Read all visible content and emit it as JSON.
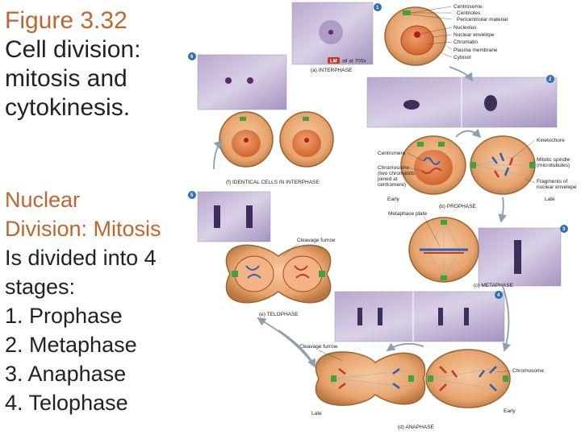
{
  "slide": {
    "figure_label": "Figure 3.32",
    "title_lines": [
      "Cell division:",
      "mitosis and",
      "cytokinesis."
    ],
    "subheading_lines": [
      "Nuclear",
      "Division: Mitosis"
    ],
    "body_lines": [
      "Is divided into 4",
      "stages:"
    ],
    "stages": [
      "1.  Prophase",
      "2.  Metaphase",
      "3.  Anaphase",
      "4.  Telophase"
    ]
  },
  "diagram": {
    "interphase_labels": [
      "Centrosome:",
      "Centrioles",
      "Pericentriolar material",
      "Nucleolus",
      "Nuclear envelope",
      "Chromatin",
      "Plasma membrane",
      "Cytosol"
    ],
    "lm_badge": "LM",
    "lm_scale": "all at 700x",
    "captions": {
      "interphase": "(a) INTERPHASE",
      "identical": "(f) IDENTICAL CELLS IN INTERPHASE",
      "prophase": "(b) PROPHASE",
      "metaphase": "(c) METAPHASE",
      "anaphase": "(d) ANAPHASE",
      "telophase": "(e) TELOPHASE"
    },
    "prophase_left_labels": [
      "Centromere",
      "Chromosome",
      "(two chromatids",
      "joined at",
      "centromere)"
    ],
    "prophase_right_labels": [
      "Kinetochore",
      "Mitotic spindle",
      "(microtubules)",
      "Fragments of",
      "nuclear envelope"
    ],
    "early": "Early",
    "late": "Late",
    "metaphase_plate": "Metaphase plate",
    "cleavage_furrow": "Cleavage furrow",
    "chromosome": "Chromosome",
    "step_numbers": [
      "1",
      "2",
      "3",
      "4",
      "5",
      "6"
    ]
  }
}
